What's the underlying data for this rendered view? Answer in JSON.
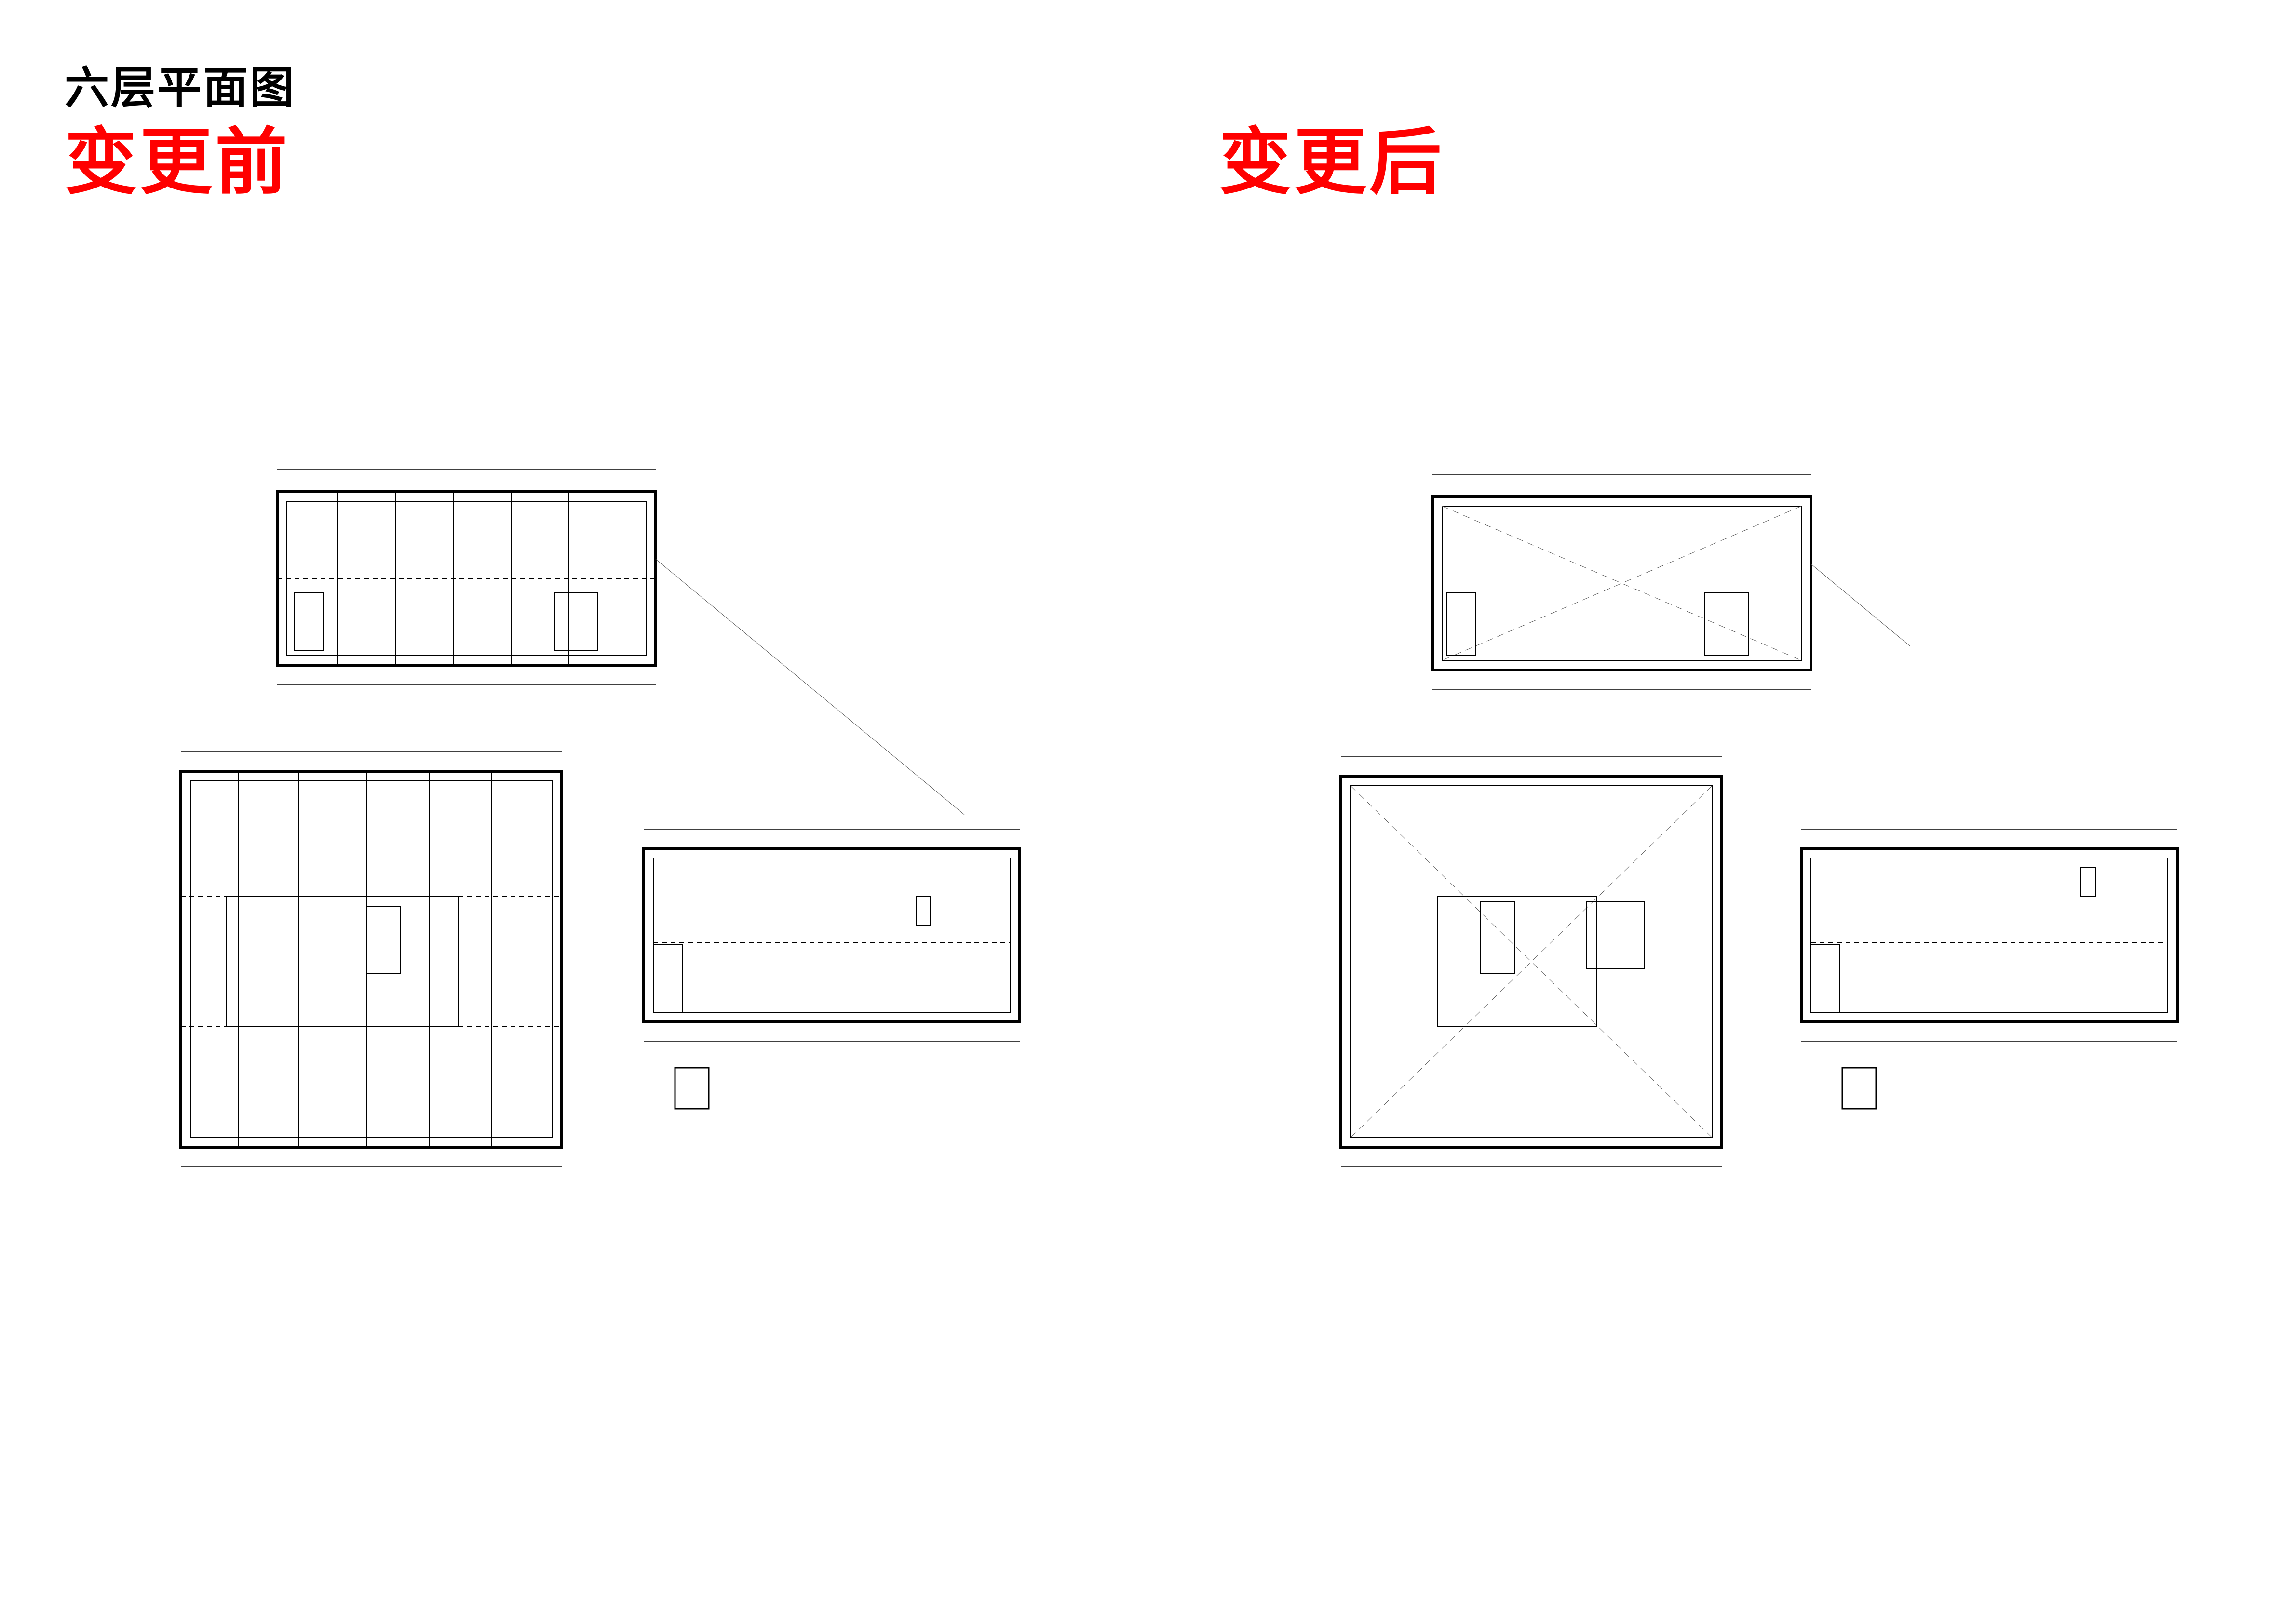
{
  "header": {
    "page_title": "六层平面图"
  },
  "comparison": {
    "before_label": "变更前",
    "after_label": "变更后",
    "label_color": "#ff0000"
  },
  "drawing": {
    "line_color": "#000000",
    "grid_color": "#555555"
  }
}
